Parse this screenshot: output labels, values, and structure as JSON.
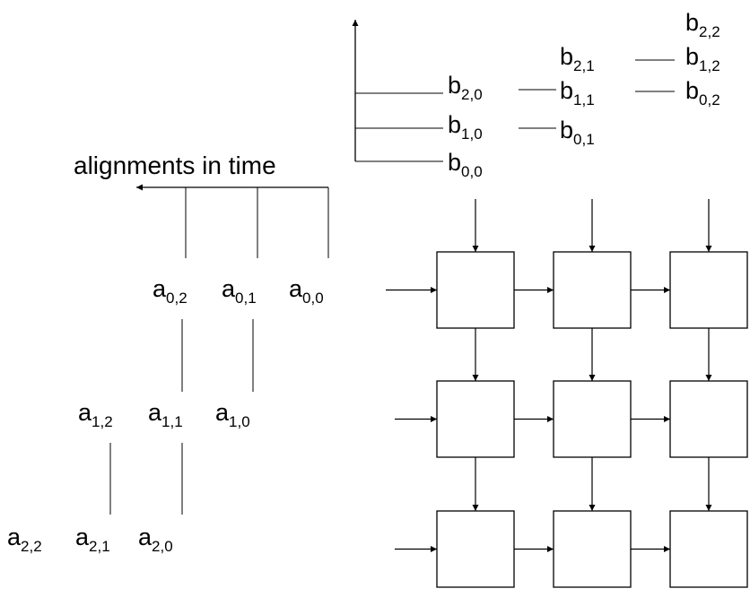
{
  "title": "alignments in time",
  "b_labels": [
    {
      "key": "b20",
      "base": "b",
      "sub": "2,0"
    },
    {
      "key": "b10",
      "base": "b",
      "sub": "1,0"
    },
    {
      "key": "b00",
      "base": "b",
      "sub": "0,0"
    },
    {
      "key": "b21",
      "base": "b",
      "sub": "2,1"
    },
    {
      "key": "b11",
      "base": "b",
      "sub": "1,1"
    },
    {
      "key": "b01",
      "base": "b",
      "sub": "0,1"
    },
    {
      "key": "b22",
      "base": "b",
      "sub": "2,2"
    },
    {
      "key": "b12",
      "base": "b",
      "sub": "1,2"
    },
    {
      "key": "b02",
      "base": "b",
      "sub": "0,2"
    }
  ],
  "a_labels": [
    {
      "key": "a02",
      "base": "a",
      "sub": "0,2"
    },
    {
      "key": "a01",
      "base": "a",
      "sub": "0,1"
    },
    {
      "key": "a00",
      "base": "a",
      "sub": "0,0"
    },
    {
      "key": "a12",
      "base": "a",
      "sub": "1,2"
    },
    {
      "key": "a11",
      "base": "a",
      "sub": "1,1"
    },
    {
      "key": "a10",
      "base": "a",
      "sub": "1,0"
    },
    {
      "key": "a22",
      "base": "a",
      "sub": "2,2"
    },
    {
      "key": "a21",
      "base": "a",
      "sub": "2,1"
    },
    {
      "key": "a20",
      "base": "a",
      "sub": "2,0"
    }
  ],
  "grid": {
    "rows": 3,
    "cols": 3
  },
  "colors": {
    "stroke": "#000000",
    "background": "#ffffff"
  }
}
